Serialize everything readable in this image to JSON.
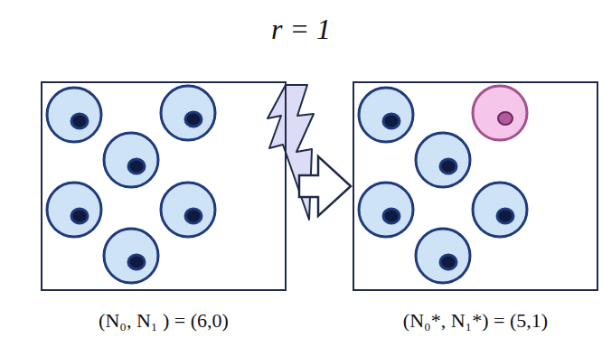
{
  "diagram": {
    "title": "r = 1",
    "nodes": [
      {
        "text": [
          "(N₀, N₁ ) = (6,0)"
        ]
      },
      {
        "text": [
          "(N₀*, N₁*) = (5,1)"
        ]
      }
    ],
    "edges": [
      {
        "from": 0,
        "to": 1,
        "arrow": "to"
      }
    ]
  }
}
